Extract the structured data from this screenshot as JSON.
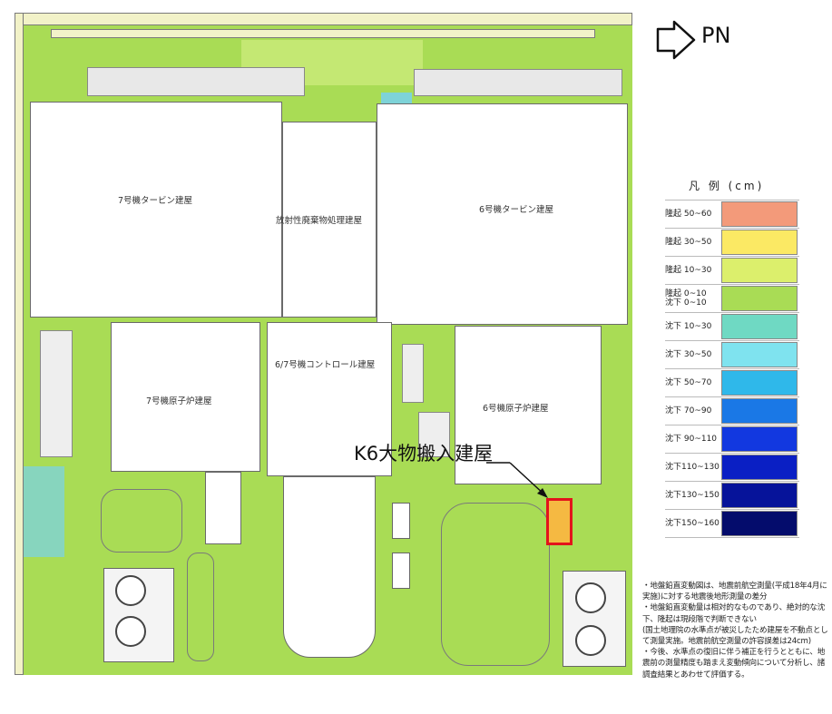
{
  "north_arrow": {
    "icon": "north-arrow-icon",
    "label": "PN"
  },
  "callout": {
    "label": "K6大物搬入建屋",
    "marker_fill": "#f5b942",
    "marker_border": "#e3131b"
  },
  "buildings": {
    "turbine7": "7号機タービン建屋",
    "radwaste": "放射性廃棄物処理建屋",
    "turbine6": "6号機タービン建屋",
    "reactor7": "7号機原子炉建屋",
    "control67": "6/7号機コントロール建屋",
    "reactor6": "6号機原子炉建屋"
  },
  "legend": {
    "title": "凡 例 (cm)",
    "rows": [
      {
        "label": "隆起  50~60",
        "color": "#f39a7a"
      },
      {
        "label": "隆起  30~50",
        "color": "#fbe964"
      },
      {
        "label": "隆起  10~30",
        "color": "#dcef6c"
      },
      {
        "label": "隆起   0~10\n沈下   0~10",
        "color": "#a9dc55"
      },
      {
        "label": "沈下  10~30",
        "color": "#6fd9c3"
      },
      {
        "label": "沈下  30~50",
        "color": "#7fe3ef"
      },
      {
        "label": "沈下  50~70",
        "color": "#2fb8ea"
      },
      {
        "label": "沈下  70~90",
        "color": "#1a78e6"
      },
      {
        "label": "沈下 90~110",
        "color": "#1238e0"
      },
      {
        "label": "沈下110~130",
        "color": "#0a1fc4"
      },
      {
        "label": "沈下130~150",
        "color": "#06139a"
      },
      {
        "label": "沈下150~160",
        "color": "#040c6c"
      }
    ]
  },
  "notes": "・地盤鉛直変動図は、地震前航空測量(平成18年4月に実施)に対する地震後地形測量の差分\n・地盤鉛直変動量は相対的なものであり、絶対的な沈下、隆起は現段階で判断できない\n (国土地理院の水準点が被災したため建屋を不動点として測量実施。地震前航空測量の許容誤差は24cm)\n・今後、水準点の復旧に伴う補正を行うとともに、地震前の測量精度も踏まえ変動傾向について分析し、諸調査結果とあわせて評価する。"
}
